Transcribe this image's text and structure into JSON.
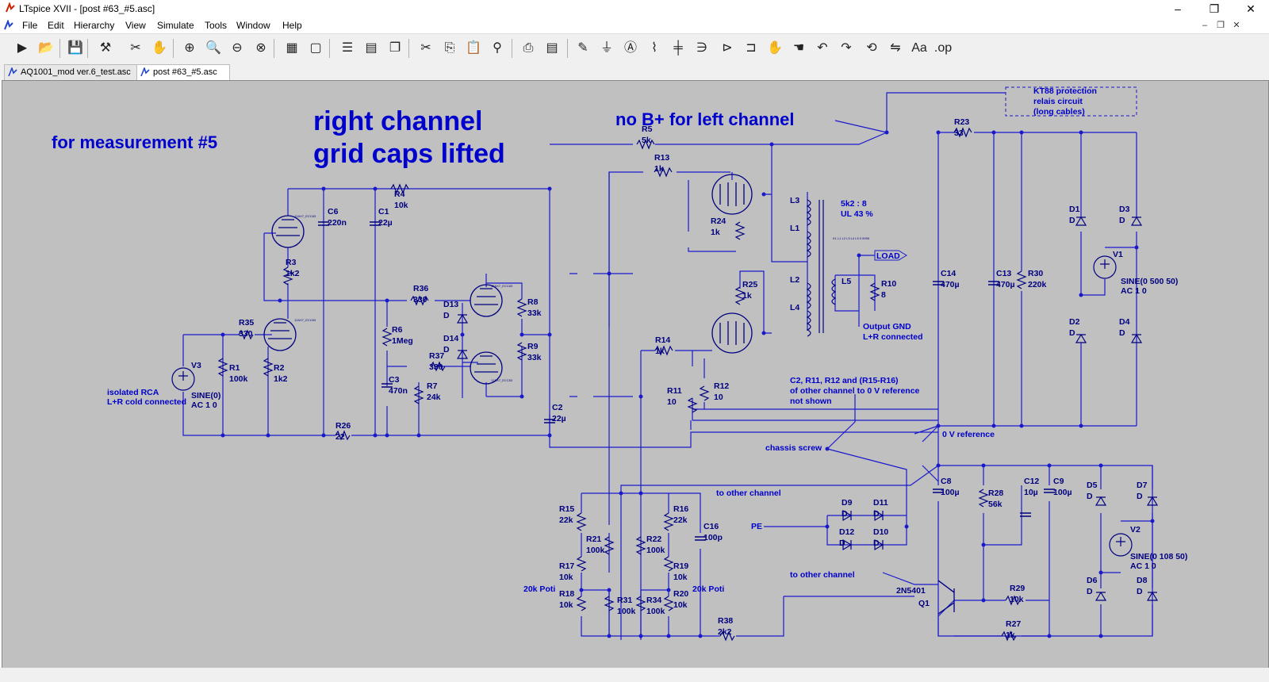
{
  "window": {
    "title": "LTspice XVII - [post #63_#5.asc]"
  },
  "menu": [
    "File",
    "Edit",
    "Hierarchy",
    "View",
    "Simulate",
    "Tools",
    "Window",
    "Help"
  ],
  "toolbar": [
    "run-icon",
    "open-icon",
    "save-icon",
    "control-panel-icon",
    "halt-icon",
    "pan-icon",
    "zoom-in-icon",
    "zoom-area-icon",
    "zoom-out-icon",
    "zoom-fit-icon",
    "autorange-icon",
    "unknown-icon",
    "tile-horizontal-icon",
    "tile-vertical-icon",
    "cascade-icon",
    "cut-icon",
    "copy-icon",
    "paste-icon",
    "find-icon",
    "print-icon",
    "print-setup-icon",
    "draw-wire-icon",
    "ground-icon",
    "label-net-icon",
    "resistor-icon",
    "capacitor-icon",
    "inductor-icon",
    "diode-icon",
    "component-icon",
    "move-icon",
    "drag-icon",
    "undo-icon",
    "redo-icon",
    "rotate-icon",
    "mirror-icon",
    "text-icon",
    "spice-directive-icon"
  ],
  "tabs": [
    {
      "label": "AQ1001_mod ver.6_test.asc"
    },
    {
      "label": "post #63_#5.asc"
    }
  ],
  "schematic": {
    "headings": {
      "measurement": "for measurement #5",
      "right_channel_1": "right channel",
      "right_channel_2": "grid caps lifted",
      "no_bplus": "no B+ for left channel"
    },
    "kt88": [
      "KT88 protection",
      "relais circuit",
      "(long cables)"
    ],
    "transformer": [
      "5k2 : 8",
      "UL 43 %"
    ],
    "transformer_directive": "K1 L1 L2 L3 L4 L5 0.9995",
    "load": "LOAD",
    "notes": {
      "output_gnd": [
        "Output GND",
        "L+R connected"
      ],
      "c2_note": [
        "C2, R11, R12 and (R15-R16)",
        "of other channel to 0 V reference",
        "not shown"
      ],
      "zero_ref": "0 V reference",
      "chassis": "chassis screw",
      "other_channel_1": "to other channel",
      "other_channel_2": "to other channel",
      "pe": "PE",
      "isolated_rca": [
        "isolated RCA",
        "L+R cold connected"
      ],
      "poti_left": "20k Poti",
      "poti_right": "20k Poti"
    },
    "tube_label": "12AX7_ECC83",
    "components": [
      {
        "ref": "R4",
        "val": "10k"
      },
      {
        "ref": "R5",
        "val": "5k"
      },
      {
        "ref": "R13",
        "val": "1k"
      },
      {
        "ref": "R23",
        "val": "33"
      },
      {
        "ref": "C6",
        "val": "220n"
      },
      {
        "ref": "C1",
        "val": "22µ"
      },
      {
        "ref": "R3",
        "val": "1k2"
      },
      {
        "ref": "R35",
        "val": "330"
      },
      {
        "ref": "R1",
        "val": "100k"
      },
      {
        "ref": "R2",
        "val": "1k2"
      },
      {
        "ref": "V3",
        "val": "SINE(0)",
        "val2": "AC 1 0"
      },
      {
        "ref": "R26",
        "val": "22"
      },
      {
        "ref": "R36",
        "val": "330"
      },
      {
        "ref": "R6",
        "val": "1Meg"
      },
      {
        "ref": "C3",
        "val": "470n"
      },
      {
        "ref": "R37",
        "val": "330"
      },
      {
        "ref": "R7",
        "val": "24k"
      },
      {
        "ref": "D13",
        "val": "D"
      },
      {
        "ref": "D14",
        "val": "D"
      },
      {
        "ref": "R8",
        "val": "33k"
      },
      {
        "ref": "R9",
        "val": "33k"
      },
      {
        "ref": "C2",
        "val": "22µ"
      },
      {
        "ref": "R24",
        "val": "1k"
      },
      {
        "ref": "R25",
        "val": "1k"
      },
      {
        "ref": "R14",
        "val": "1k"
      },
      {
        "ref": "R11",
        "val": "10"
      },
      {
        "ref": "R12",
        "val": "10"
      },
      {
        "ref": "L3",
        "val": ""
      },
      {
        "ref": "L1",
        "val": ""
      },
      {
        "ref": "L2",
        "val": ""
      },
      {
        "ref": "L4",
        "val": ""
      },
      {
        "ref": "L5",
        "val": ""
      },
      {
        "ref": "R10",
        "val": "8"
      },
      {
        "ref": "C14",
        "val": "470µ"
      },
      {
        "ref": "C13",
        "val": "470µ"
      },
      {
        "ref": "R30",
        "val": "220k"
      },
      {
        "ref": "D1",
        "val": "D"
      },
      {
        "ref": "D2",
        "val": "D"
      },
      {
        "ref": "D3",
        "val": "D"
      },
      {
        "ref": "D4",
        "val": "D"
      },
      {
        "ref": "V1",
        "val": "SINE(0 500 50)",
        "val2": "AC 1 0"
      },
      {
        "ref": "R15",
        "val": "22k"
      },
      {
        "ref": "R21",
        "val": "100k"
      },
      {
        "ref": "R17",
        "val": "10k"
      },
      {
        "ref": "R18",
        "val": "10k"
      },
      {
        "ref": "R31",
        "val": "100k"
      },
      {
        "ref": "R22",
        "val": "100k"
      },
      {
        "ref": "R34",
        "val": "100k"
      },
      {
        "ref": "R16",
        "val": "22k"
      },
      {
        "ref": "R19",
        "val": "10k"
      },
      {
        "ref": "R20",
        "val": "10k"
      },
      {
        "ref": "C16",
        "val": "100p"
      },
      {
        "ref": "R38",
        "val": "2k2"
      },
      {
        "ref": "D9",
        "val": "D"
      },
      {
        "ref": "D11",
        "val": "D"
      },
      {
        "ref": "D12",
        "val": "D"
      },
      {
        "ref": "D10",
        "val": "D"
      },
      {
        "ref": "C8",
        "val": "100µ"
      },
      {
        "ref": "R28",
        "val": "56k"
      },
      {
        "ref": "C12",
        "val": "10µ"
      },
      {
        "ref": "C9",
        "val": "100µ"
      },
      {
        "ref": "D5",
        "val": "D"
      },
      {
        "ref": "D6",
        "val": "D"
      },
      {
        "ref": "D7",
        "val": "D"
      },
      {
        "ref": "D8",
        "val": "D"
      },
      {
        "ref": "V2",
        "val": "SINE(0 108 50)",
        "val2": "AC 1 0"
      },
      {
        "ref": "Q1",
        "val": "2N5401"
      },
      {
        "ref": "R29",
        "val": "10k"
      },
      {
        "ref": "R27",
        "val": "1k"
      }
    ]
  },
  "colors": {
    "wire": "#1a1acc",
    "canvas": "#c0c0c0",
    "text": "#0000cc",
    "component": "#000080"
  }
}
